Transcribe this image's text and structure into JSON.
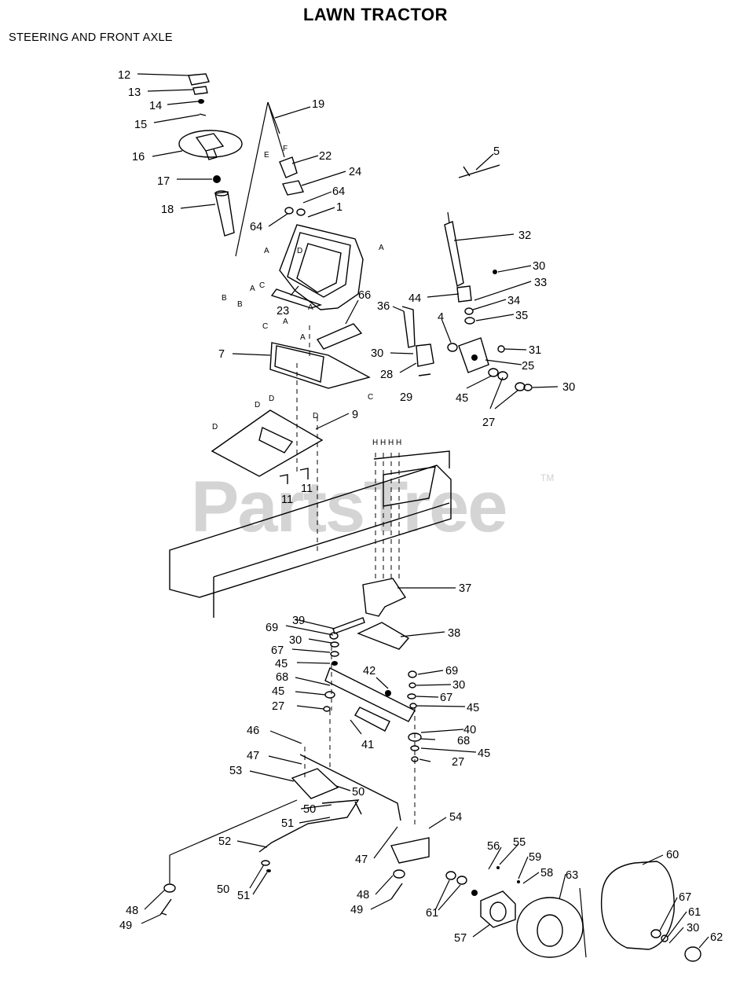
{
  "title": "LAWN TRACTOR",
  "subtitle": "STEERING AND FRONT AXLE",
  "watermark": "PartsTree",
  "watermark_mark": "TM",
  "callouts": [
    {
      "id": "c12",
      "label": "12"
    },
    {
      "id": "c13",
      "label": "13"
    },
    {
      "id": "c14",
      "label": "14"
    },
    {
      "id": "c15",
      "label": "15"
    },
    {
      "id": "c16",
      "label": "16"
    },
    {
      "id": "c17",
      "label": "17"
    },
    {
      "id": "c18",
      "label": "18"
    },
    {
      "id": "c19",
      "label": "19"
    },
    {
      "id": "c22",
      "label": "22"
    },
    {
      "id": "c24",
      "label": "24"
    },
    {
      "id": "c64a",
      "label": "64"
    },
    {
      "id": "c64b",
      "label": "64"
    },
    {
      "id": "c1",
      "label": "1"
    },
    {
      "id": "c5",
      "label": "5"
    },
    {
      "id": "c32",
      "label": "32"
    },
    {
      "id": "c30a",
      "label": "30"
    },
    {
      "id": "c33",
      "label": "33"
    },
    {
      "id": "c44",
      "label": "44"
    },
    {
      "id": "c34",
      "label": "34"
    },
    {
      "id": "c35",
      "label": "35"
    },
    {
      "id": "c36",
      "label": "36"
    },
    {
      "id": "c4",
      "label": "4"
    },
    {
      "id": "c66",
      "label": "66"
    },
    {
      "id": "c23",
      "label": "23"
    },
    {
      "id": "c30b",
      "label": "30"
    },
    {
      "id": "c31",
      "label": "31"
    },
    {
      "id": "c28",
      "label": "28"
    },
    {
      "id": "c25",
      "label": "25"
    },
    {
      "id": "c29",
      "label": "29"
    },
    {
      "id": "c45a",
      "label": "45"
    },
    {
      "id": "c30c",
      "label": "30"
    },
    {
      "id": "c27a",
      "label": "27"
    },
    {
      "id": "c7",
      "label": "7"
    },
    {
      "id": "c9",
      "label": "9"
    },
    {
      "id": "c11a",
      "label": "11"
    },
    {
      "id": "c11b",
      "label": "11"
    },
    {
      "id": "c37",
      "label": "37"
    },
    {
      "id": "c39",
      "label": "39"
    },
    {
      "id": "c69a",
      "label": "69"
    },
    {
      "id": "c38",
      "label": "38"
    },
    {
      "id": "c30d",
      "label": "30"
    },
    {
      "id": "c67a",
      "label": "67"
    },
    {
      "id": "c45b",
      "label": "45"
    },
    {
      "id": "c42",
      "label": "42"
    },
    {
      "id": "c69b",
      "label": "69"
    },
    {
      "id": "c68a",
      "label": "68"
    },
    {
      "id": "c30e",
      "label": "30"
    },
    {
      "id": "c45c",
      "label": "45"
    },
    {
      "id": "c67b",
      "label": "67"
    },
    {
      "id": "c27b",
      "label": "27"
    },
    {
      "id": "c45d",
      "label": "45"
    },
    {
      "id": "c41",
      "label": "41"
    },
    {
      "id": "c40",
      "label": "40"
    },
    {
      "id": "c68b",
      "label": "68"
    },
    {
      "id": "c46",
      "label": "46"
    },
    {
      "id": "c45e",
      "label": "45"
    },
    {
      "id": "c27c",
      "label": "27"
    },
    {
      "id": "c47a",
      "label": "47"
    },
    {
      "id": "c53",
      "label": "53"
    },
    {
      "id": "c50a",
      "label": "50"
    },
    {
      "id": "c50b",
      "label": "50"
    },
    {
      "id": "c51a",
      "label": "51"
    },
    {
      "id": "c54",
      "label": "54"
    },
    {
      "id": "c52",
      "label": "52"
    },
    {
      "id": "c47b",
      "label": "47"
    },
    {
      "id": "c56",
      "label": "56"
    },
    {
      "id": "c55",
      "label": "55"
    },
    {
      "id": "c59",
      "label": "59"
    },
    {
      "id": "c60",
      "label": "60"
    },
    {
      "id": "c58",
      "label": "58"
    },
    {
      "id": "c63",
      "label": "63"
    },
    {
      "id": "c50c",
      "label": "50"
    },
    {
      "id": "c51b",
      "label": "51"
    },
    {
      "id": "c48a",
      "label": "48"
    },
    {
      "id": "c48b",
      "label": "48"
    },
    {
      "id": "c61a",
      "label": "61"
    },
    {
      "id": "c67c",
      "label": "67"
    },
    {
      "id": "c61b",
      "label": "61"
    },
    {
      "id": "c49a",
      "label": "49"
    },
    {
      "id": "c49b",
      "label": "49"
    },
    {
      "id": "c30f",
      "label": "30"
    },
    {
      "id": "c57",
      "label": "57"
    },
    {
      "id": "c62",
      "label": "62"
    }
  ],
  "letters": [
    {
      "id": "lE",
      "label": "E"
    },
    {
      "id": "lF",
      "label": "F"
    },
    {
      "id": "lA1",
      "label": "A"
    },
    {
      "id": "lA2",
      "label": "A"
    },
    {
      "id": "lD1",
      "label": "D"
    },
    {
      "id": "lB1",
      "label": "B"
    },
    {
      "id": "lA3",
      "label": "A"
    },
    {
      "id": "lC1",
      "label": "C"
    },
    {
      "id": "lB2",
      "label": "B"
    },
    {
      "id": "lA4",
      "label": "A"
    },
    {
      "id": "lC2",
      "label": "C"
    },
    {
      "id": "lA5",
      "label": "A"
    },
    {
      "id": "lA6",
      "label": "A"
    },
    {
      "id": "lC3",
      "label": "C"
    },
    {
      "id": "lD2",
      "label": "D"
    },
    {
      "id": "lD3",
      "label": "D"
    },
    {
      "id": "lD4",
      "label": "D"
    },
    {
      "id": "lD5",
      "label": "D"
    },
    {
      "id": "lH1",
      "label": "H"
    },
    {
      "id": "lH2",
      "label": "H"
    },
    {
      "id": "lH3",
      "label": "H"
    },
    {
      "id": "lH4",
      "label": "H"
    }
  ]
}
